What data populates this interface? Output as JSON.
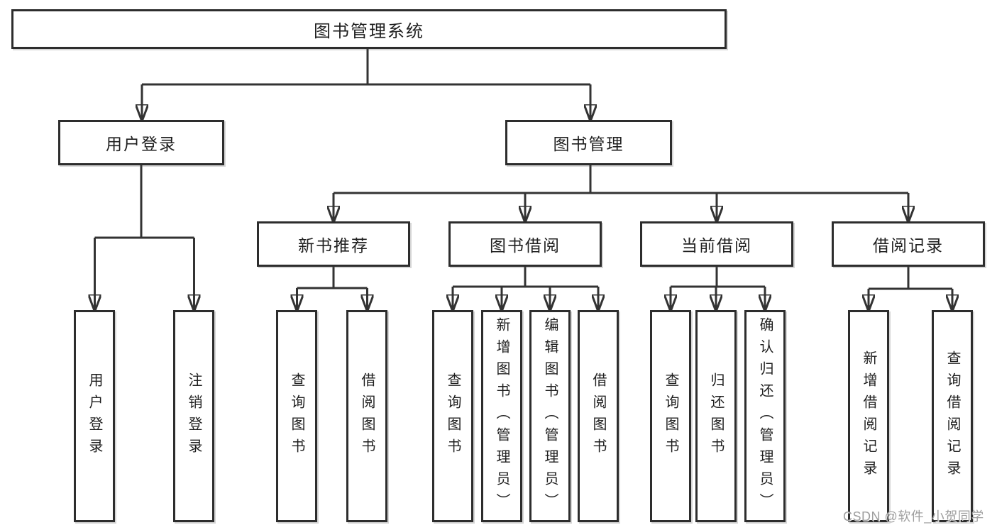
{
  "diagram": {
    "tree": {
      "label": "图书管理系统",
      "children": [
        {
          "label": "用户登录",
          "children": [
            {
              "label": "用户登录"
            },
            {
              "label": "注销登录"
            }
          ]
        },
        {
          "label": "图书管理",
          "children": [
            {
              "label": "新书推荐",
              "children": [
                {
                  "label": "查询图书"
                },
                {
                  "label": "借阅图书"
                }
              ]
            },
            {
              "label": "图书借阅",
              "children": [
                {
                  "label": "查询图书"
                },
                {
                  "label": "新增图书（管理员）"
                },
                {
                  "label": "编辑图书（管理员）"
                },
                {
                  "label": "借阅图书"
                }
              ]
            },
            {
              "label": "当前借阅",
              "children": [
                {
                  "label": "查询图书"
                },
                {
                  "label": "归还图书"
                },
                {
                  "label": "确认归还（管理员）"
                }
              ]
            },
            {
              "label": "借阅记录",
              "children": [
                {
                  "label": "新增借阅记录"
                },
                {
                  "label": "查询借阅记录"
                }
              ]
            }
          ]
        }
      ]
    },
    "colors": {
      "line": "#333333",
      "box_border": "#2d2d2d",
      "box_fill": "#ffffff",
      "text": "#1f1f1f",
      "background": "#ffffff"
    }
  },
  "watermark": {
    "text": "CSDN @软件_小贺同学",
    "color": "#9e9e9e"
  }
}
